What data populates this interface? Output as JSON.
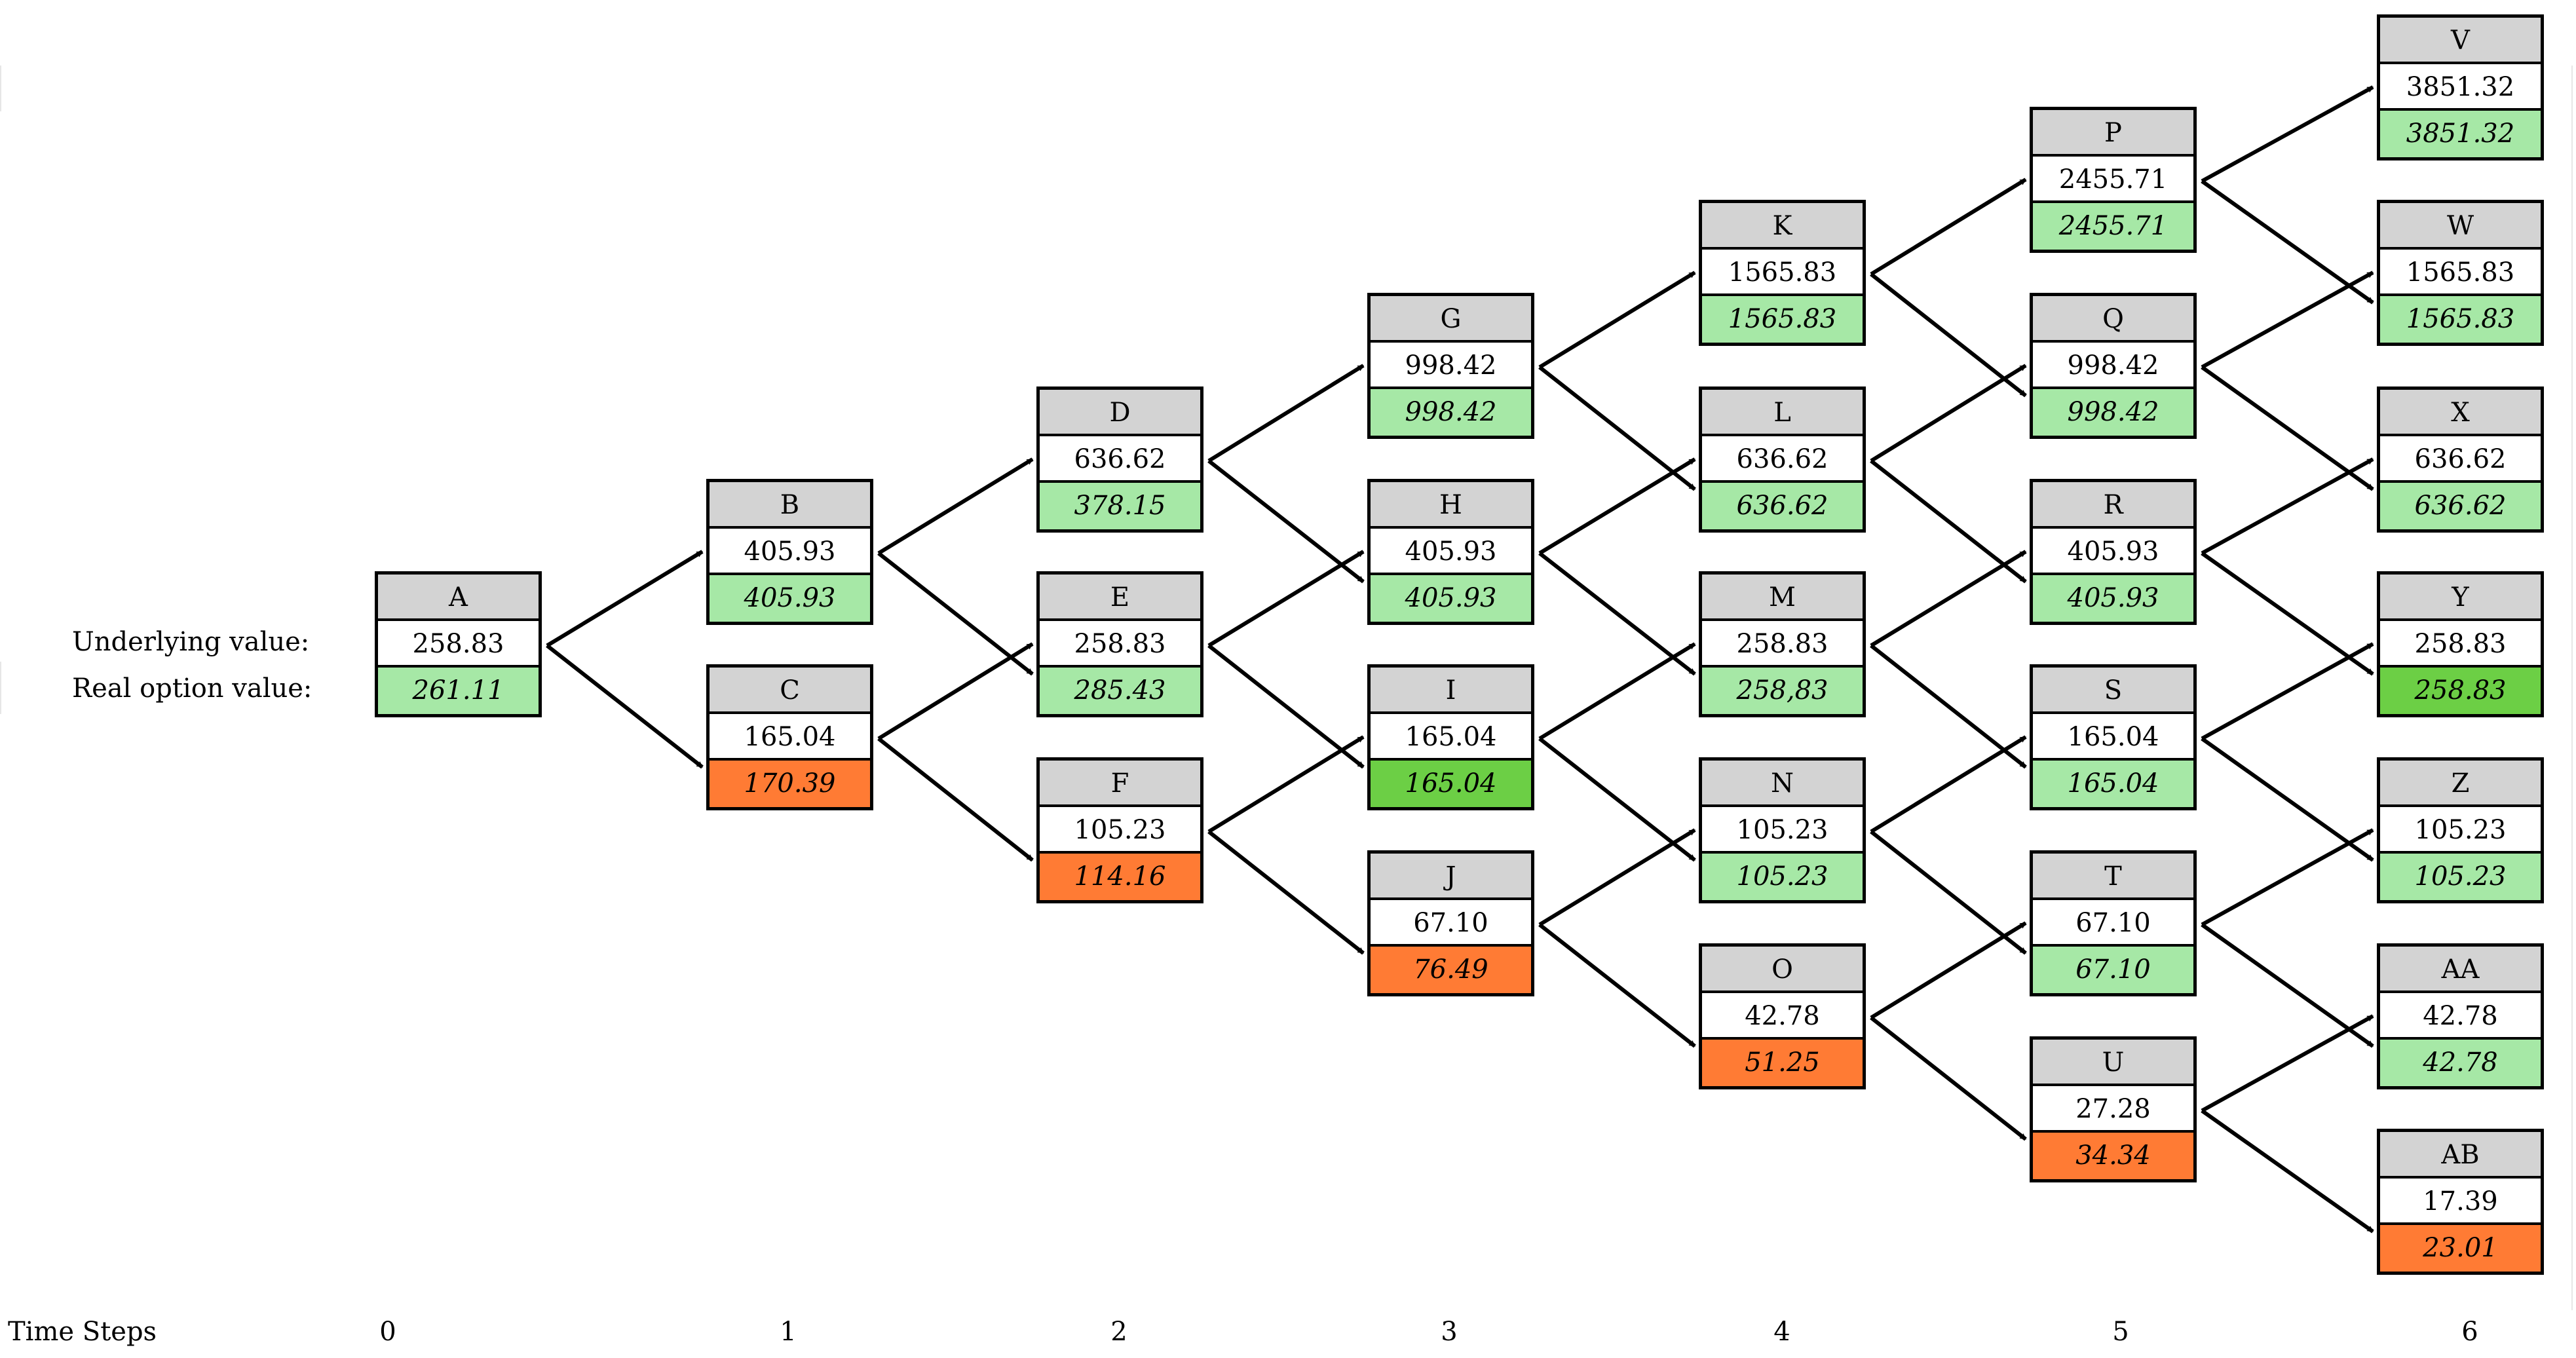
{
  "labels": {
    "underlying": "Underlying value:",
    "real_option": "Real option value:",
    "time_steps": "Time Steps"
  },
  "time_steps": [
    "0",
    "1",
    "2",
    "3",
    "4",
    "5",
    "6"
  ],
  "colors": {
    "light_green": "#a6e8a6",
    "bright_green": "#6ccf45",
    "orange": "#ff7b34",
    "header_gray": "#d3d3d3"
  },
  "nodes": [
    {
      "id": "A",
      "underlying": "258.83",
      "option": "261.11",
      "status": "light_green",
      "step": 0
    },
    {
      "id": "B",
      "underlying": "405.93",
      "option": "405.93",
      "status": "light_green",
      "step": 1
    },
    {
      "id": "C",
      "underlying": "165.04",
      "option": "170.39",
      "status": "orange",
      "step": 1
    },
    {
      "id": "D",
      "underlying": "636.62",
      "option": "378.15",
      "status": "light_green",
      "step": 2
    },
    {
      "id": "E",
      "underlying": "258.83",
      "option": "285.43",
      "status": "light_green",
      "step": 2
    },
    {
      "id": "F",
      "underlying": "105.23",
      "option": "114.16",
      "status": "orange",
      "step": 2
    },
    {
      "id": "G",
      "underlying": "998.42",
      "option": "998.42",
      "status": "light_green",
      "step": 3
    },
    {
      "id": "H",
      "underlying": "405.93",
      "option": "405.93",
      "status": "light_green",
      "step": 3
    },
    {
      "id": "I",
      "underlying": "165.04",
      "option": "165.04",
      "status": "bright_green",
      "step": 3
    },
    {
      "id": "J",
      "underlying": "67.10",
      "option": "76.49",
      "status": "orange",
      "step": 3
    },
    {
      "id": "K",
      "underlying": "1565.83",
      "option": "1565.83",
      "status": "light_green",
      "step": 4
    },
    {
      "id": "L",
      "underlying": "636.62",
      "option": "636.62",
      "status": "light_green",
      "step": 4
    },
    {
      "id": "M",
      "underlying": "258.83",
      "option": "258,83",
      "status": "light_green",
      "step": 4
    },
    {
      "id": "N",
      "underlying": "105.23",
      "option": "105.23",
      "status": "light_green",
      "step": 4
    },
    {
      "id": "O",
      "underlying": "42.78",
      "option": "51.25",
      "status": "orange",
      "step": 4
    },
    {
      "id": "P",
      "underlying": "2455.71",
      "option": "2455.71",
      "status": "light_green",
      "step": 5
    },
    {
      "id": "Q",
      "underlying": "998.42",
      "option": "998.42",
      "status": "light_green",
      "step": 5
    },
    {
      "id": "R",
      "underlying": "405.93",
      "option": "405.93",
      "status": "light_green",
      "step": 5
    },
    {
      "id": "S",
      "underlying": "165.04",
      "option": "165.04",
      "status": "light_green",
      "step": 5
    },
    {
      "id": "T",
      "underlying": "67.10",
      "option": "67.10",
      "status": "light_green",
      "step": 5
    },
    {
      "id": "U",
      "underlying": "27.28",
      "option": "34.34",
      "status": "orange",
      "step": 5
    },
    {
      "id": "V",
      "underlying": "3851.32",
      "option": "3851.32",
      "status": "light_green",
      "step": 6
    },
    {
      "id": "W",
      "underlying": "1565.83",
      "option": "1565.83",
      "status": "light_green",
      "step": 6
    },
    {
      "id": "X",
      "underlying": "636.62",
      "option": "636.62",
      "status": "light_green",
      "step": 6
    },
    {
      "id": "Y",
      "underlying": "258.83",
      "option": "258.83",
      "status": "bright_green",
      "step": 6
    },
    {
      "id": "Z",
      "underlying": "105.23",
      "option": "105.23",
      "status": "light_green",
      "step": 6
    },
    {
      "id": "AA",
      "underlying": "42.78",
      "option": "42.78",
      "status": "light_green",
      "step": 6
    },
    {
      "id": "AB",
      "underlying": "17.39",
      "option": "23.01",
      "status": "orange",
      "step": 6
    }
  ],
  "edges": [
    [
      "A",
      "B"
    ],
    [
      "A",
      "C"
    ],
    [
      "B",
      "D"
    ],
    [
      "B",
      "E"
    ],
    [
      "C",
      "E"
    ],
    [
      "C",
      "F"
    ],
    [
      "D",
      "G"
    ],
    [
      "D",
      "H"
    ],
    [
      "E",
      "H"
    ],
    [
      "E",
      "I"
    ],
    [
      "F",
      "I"
    ],
    [
      "F",
      "J"
    ],
    [
      "G",
      "K"
    ],
    [
      "G",
      "L"
    ],
    [
      "H",
      "L"
    ],
    [
      "H",
      "M"
    ],
    [
      "I",
      "M"
    ],
    [
      "I",
      "N"
    ],
    [
      "J",
      "N"
    ],
    [
      "J",
      "O"
    ],
    [
      "K",
      "P"
    ],
    [
      "K",
      "Q"
    ],
    [
      "L",
      "Q"
    ],
    [
      "L",
      "R"
    ],
    [
      "M",
      "R"
    ],
    [
      "M",
      "S"
    ],
    [
      "N",
      "S"
    ],
    [
      "N",
      "T"
    ],
    [
      "O",
      "T"
    ],
    [
      "O",
      "U"
    ],
    [
      "P",
      "V"
    ],
    [
      "P",
      "W"
    ],
    [
      "Q",
      "W"
    ],
    [
      "Q",
      "X"
    ],
    [
      "R",
      "X"
    ],
    [
      "R",
      "Y"
    ],
    [
      "S",
      "Y"
    ],
    [
      "S",
      "Z"
    ],
    [
      "T",
      "Z"
    ],
    [
      "T",
      "AA"
    ],
    [
      "U",
      "AA"
    ],
    [
      "U",
      "AB"
    ]
  ]
}
